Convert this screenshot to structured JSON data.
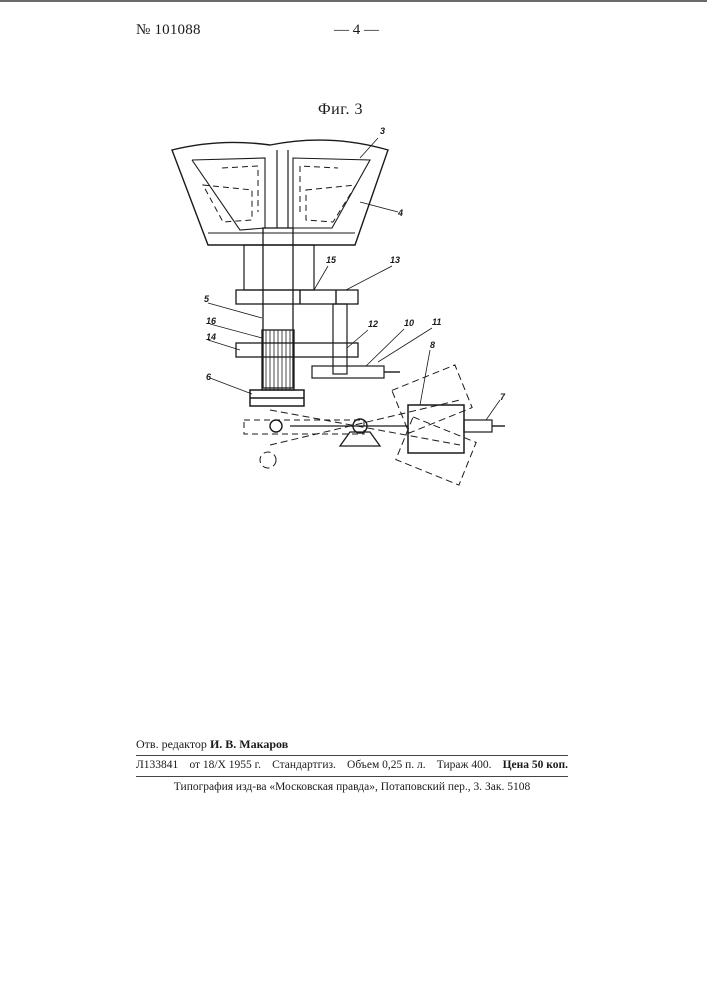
{
  "header": {
    "patent_number": "№ 101088",
    "page_marker": "— 4 —"
  },
  "figure": {
    "caption": "Фиг. 3",
    "labels": [
      "3",
      "4",
      "15",
      "13",
      "5",
      "16",
      "12",
      "10",
      "11",
      "14",
      "8",
      "6",
      "7"
    ]
  },
  "footer": {
    "editor_label": "Отв. редактор",
    "editor_name": "И. В. Макаров",
    "imprint": {
      "code": "Л133841",
      "date": "от 18/X 1955 г.",
      "publisher": "Стандартгиз.",
      "volume": "Объем 0,25 п. л.",
      "circulation": "Тираж 400.",
      "price": "Цена 50 коп."
    },
    "printer": "Типография изд-ва «Московская правда», Потаповский пер., 3. Зак. 5108"
  }
}
